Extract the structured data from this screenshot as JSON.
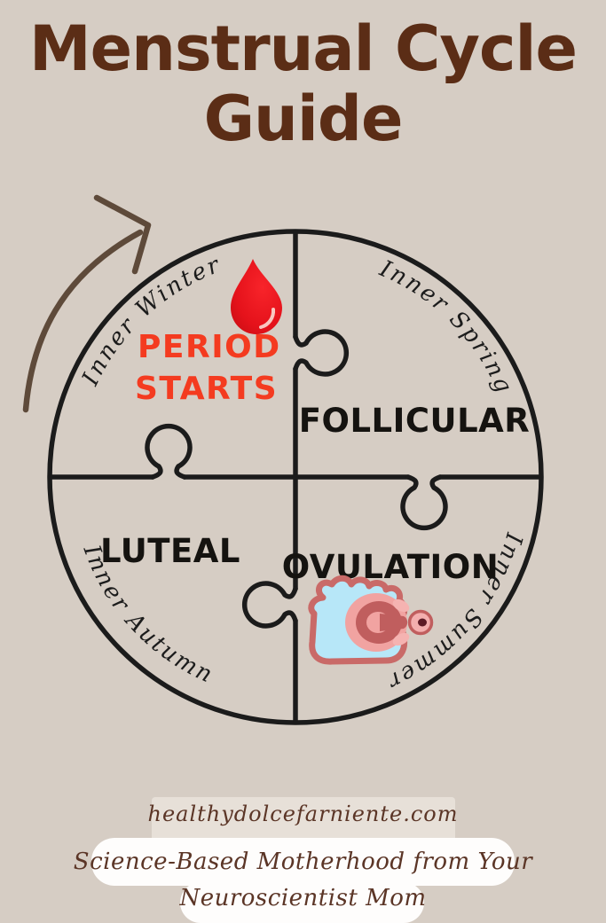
{
  "page": {
    "background_color": "#d6cdc4"
  },
  "title": {
    "full_text": "Menstrual Cycle Guide",
    "line1": "Menstrual Cycle",
    "line2": "Guide",
    "color": "#5b2d16"
  },
  "diagram": {
    "type": "puzzle-circle-cycle",
    "season_labels": {
      "winter": "Inner Winter",
      "spring": "Inner Spring",
      "summer": "Inner Summer",
      "autumn": "Inner Autumn"
    },
    "phase_labels": {
      "period_line1": "PERIOD",
      "period_line2": "STARTS",
      "follicular": "FOLLICULAR",
      "luteal": "LUTEAL",
      "ovulation": "OVULATION"
    },
    "icons": {
      "arrow": "cycle-arrow-icon",
      "blood_drop": "blood-drop-icon",
      "ovulation": "ovulation-follicle-icon"
    },
    "colors": {
      "outline_black": "#1b1b1b",
      "period_text_red": "#f43b20",
      "blood_red": "#e5121b",
      "arrow_brown": "#5e4a3a",
      "follicle_blue": "#b7e7f8",
      "follicle_rose_outline": "#c96a68",
      "ring_dark_rose": "#c05e5e",
      "ring_pink": "#f1a3a1",
      "egg_core_maroon": "#5d1b26"
    }
  },
  "footer": {
    "website": "healthydolcefarniente.com",
    "tagline_line1": "Science-Based Motherhood from Your",
    "tagline_line2": "Neuroscientist Mom",
    "text_color": "#5b3526"
  }
}
